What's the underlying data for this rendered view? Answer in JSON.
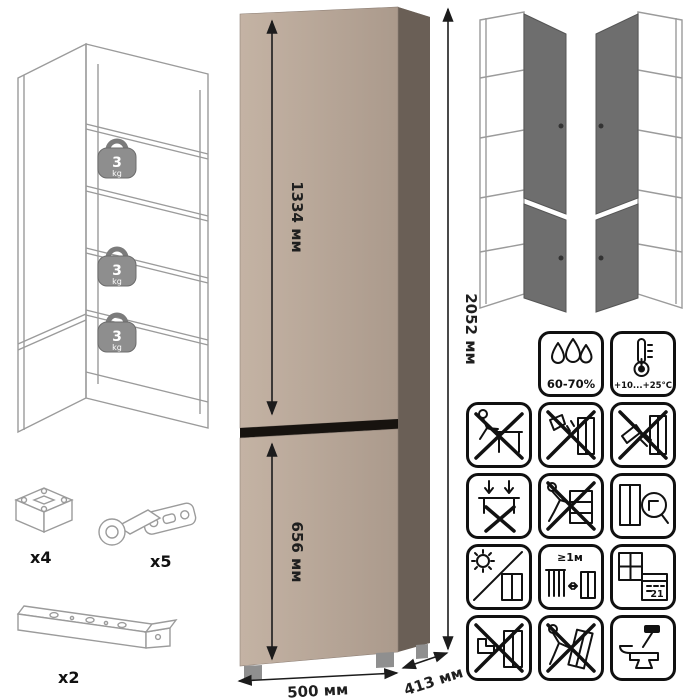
{
  "dimensions": {
    "upper_door_height": "1334 мм",
    "lower_door_height": "656 мм",
    "total_height": "2052 мм",
    "width": "500 мм",
    "depth": "413 мм"
  },
  "shelf_load": {
    "value": "3",
    "unit": "kg"
  },
  "hardware": {
    "feet_count": "x4",
    "hinge_count": "x5",
    "plinth_count": "x2"
  },
  "care": {
    "humidity": "60-70%",
    "temperature": "+10...+25°C",
    "heater_distance": "≥1м",
    "acclimatize_days": "21"
  }
}
